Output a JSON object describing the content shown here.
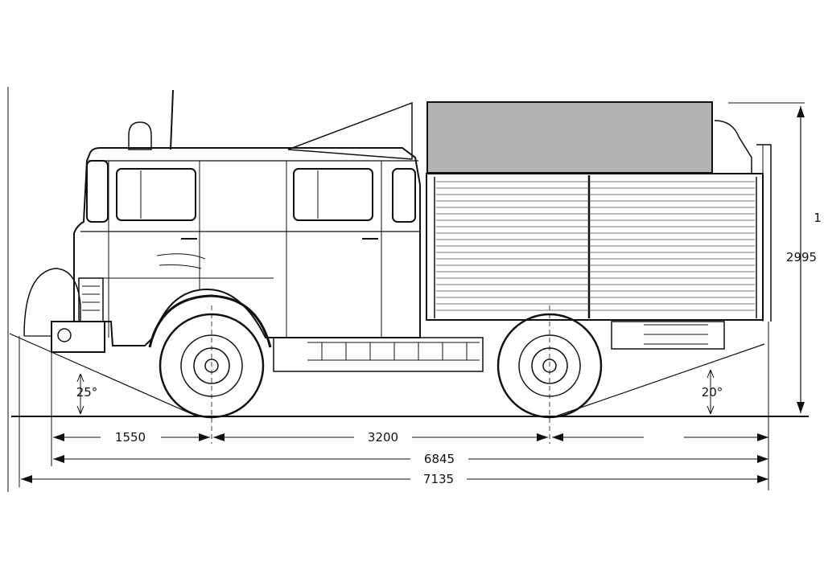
{
  "dimensions": {
    "front_overhang": "1550",
    "wheelbase": "3200",
    "length_body": "6845",
    "length_total": "7135",
    "height": "2995",
    "height_marker": "1"
  },
  "angles": {
    "approach": "25°",
    "departure": "20°"
  },
  "colors": {
    "ink": "#111111",
    "redaction_box": "#b3b3b3",
    "background": "#ffffff"
  }
}
